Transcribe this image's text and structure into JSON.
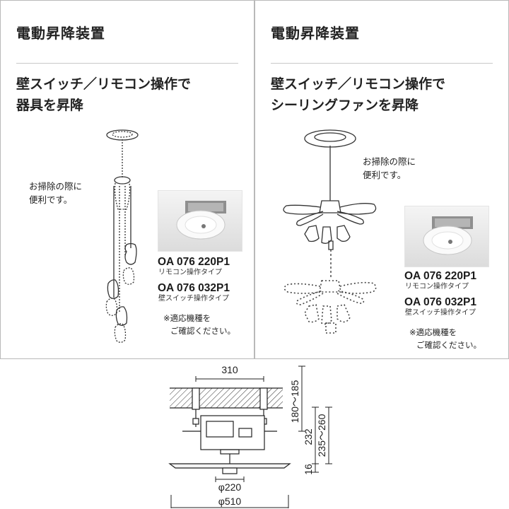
{
  "left_panel": {
    "title": "電動昇降装置",
    "subtitle_line1": "壁スイッチ／リモコン操作で",
    "subtitle_line2": "器具を昇降",
    "note_line1": "お掃除の際に",
    "note_line2": "便利です。",
    "models": [
      {
        "code": "OA 076 220P1",
        "desc": "リモコン操作タイプ"
      },
      {
        "code": "OA 076 032P1",
        "desc": "壁スイッチ操作タイプ"
      }
    ],
    "availability_line1": "※適応機種を",
    "availability_line2": "ご確認ください。"
  },
  "right_panel": {
    "title": "電動昇降装置",
    "subtitle_line1": "壁スイッチ／リモコン操作で",
    "subtitle_line2": "シーリングファンを昇降",
    "note_line1": "お掃除の際に",
    "note_line2": "便利です。",
    "models": [
      {
        "code": "OA 076 220P1",
        "desc": "リモコン操作タイプ"
      },
      {
        "code": "OA 076 032P1",
        "desc": "壁スイッチ操作タイプ"
      }
    ],
    "availability_line1": "※適応機種を",
    "availability_line2": "ご確認ください。"
  },
  "dimensions": {
    "width_top": "310",
    "height_range_1": "180～185",
    "height_232": "232",
    "height_range_2": "235～260",
    "thickness": "16",
    "diameter_inner": "φ220",
    "diameter_outer": "φ510"
  }
}
